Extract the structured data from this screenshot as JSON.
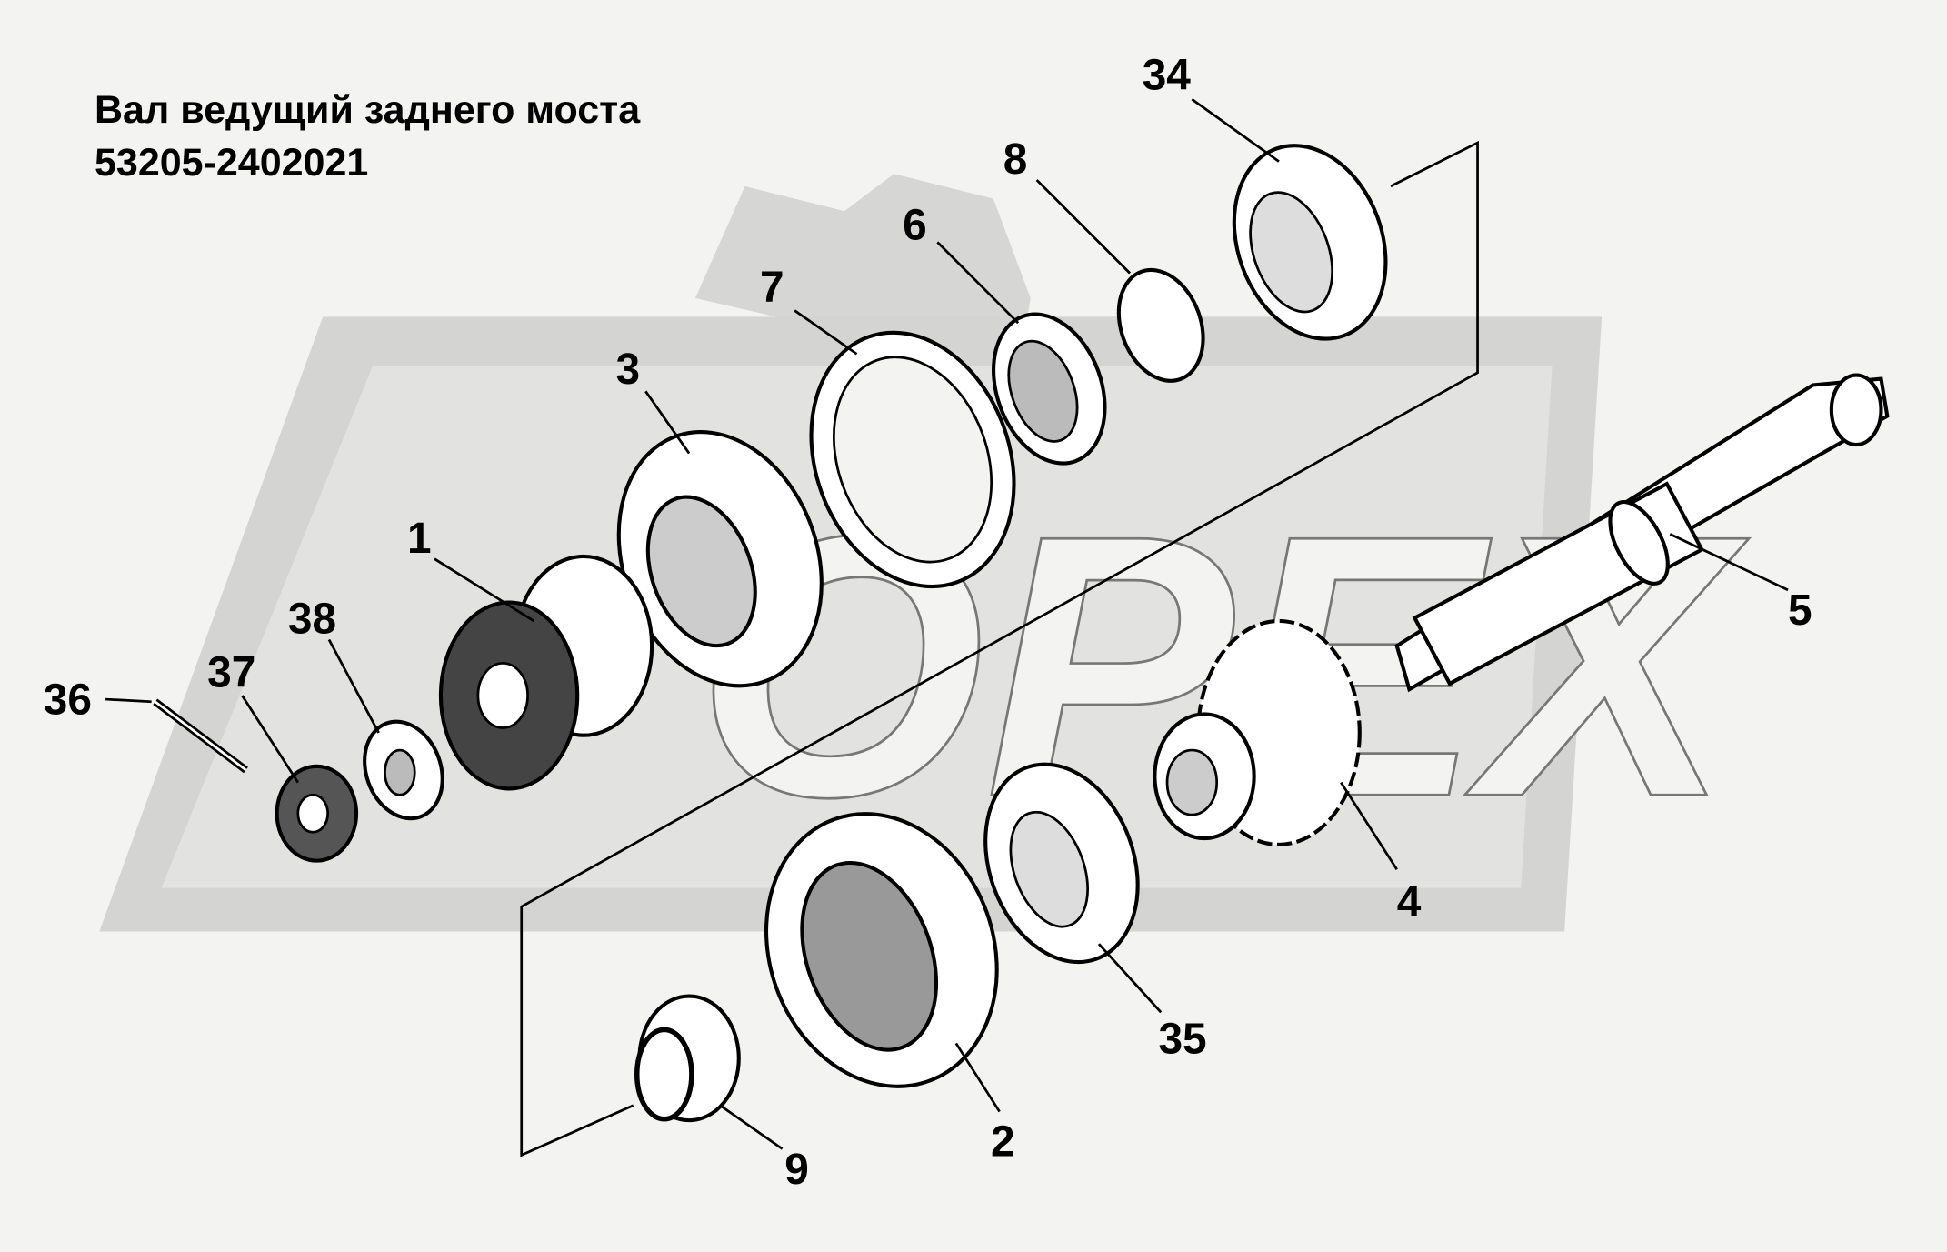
{
  "title": {
    "line1": "Вал ведущий заднего моста",
    "line2": "53205-2402021"
  },
  "watermark": "OPEX",
  "callouts": {
    "p34": "34",
    "p8": "8",
    "p6": "6",
    "p7": "7",
    "p3": "3",
    "p1": "1",
    "p38": "38",
    "p37": "37",
    "p36": "36",
    "p5": "5",
    "p4": "4",
    "p35": "35",
    "p2": "2",
    "p9": "9"
  }
}
